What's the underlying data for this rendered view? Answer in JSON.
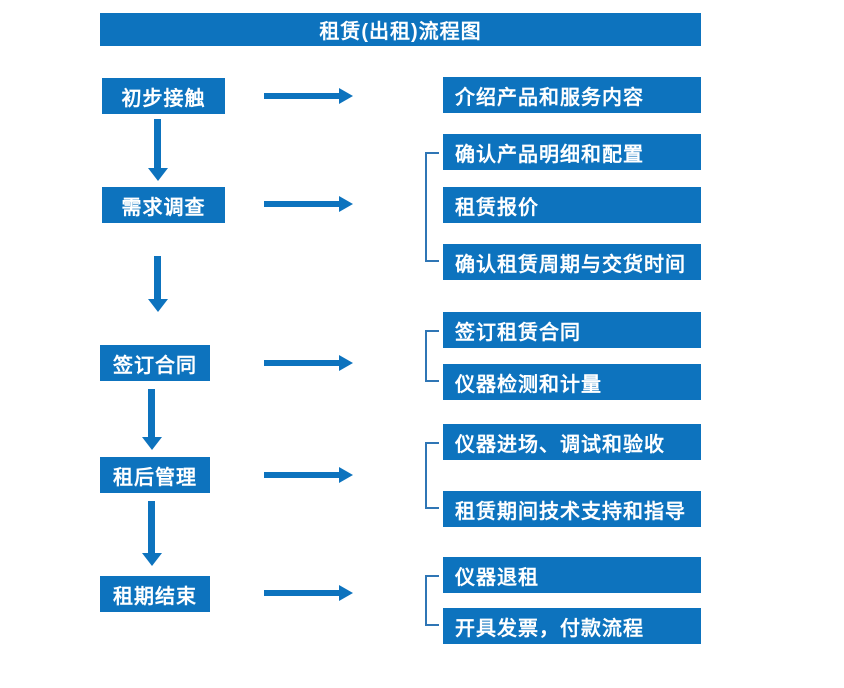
{
  "title": "租赁(出租)流程图",
  "colors": {
    "primary": "#0d73be",
    "bracket": "#2f76b5",
    "box_text": "#ffffff",
    "background": "#ffffff"
  },
  "steps": [
    {
      "label": "初步接触",
      "details": [
        "介绍产品和服务内容"
      ]
    },
    {
      "label": "需求调查",
      "details": [
        "确认产品明细和配置",
        "租赁报价",
        "确认租赁周期与交货时间"
      ]
    },
    {
      "label": "签订合同",
      "details": [
        "签订租赁合同",
        "仪器检测和计量"
      ]
    },
    {
      "label": "租后管理",
      "details": [
        "仪器进场、调试和验收",
        "租赁期间技术支持和指导"
      ]
    },
    {
      "label": "租期结束",
      "details": [
        "仪器退租",
        "开具发票，付款流程"
      ]
    }
  ]
}
